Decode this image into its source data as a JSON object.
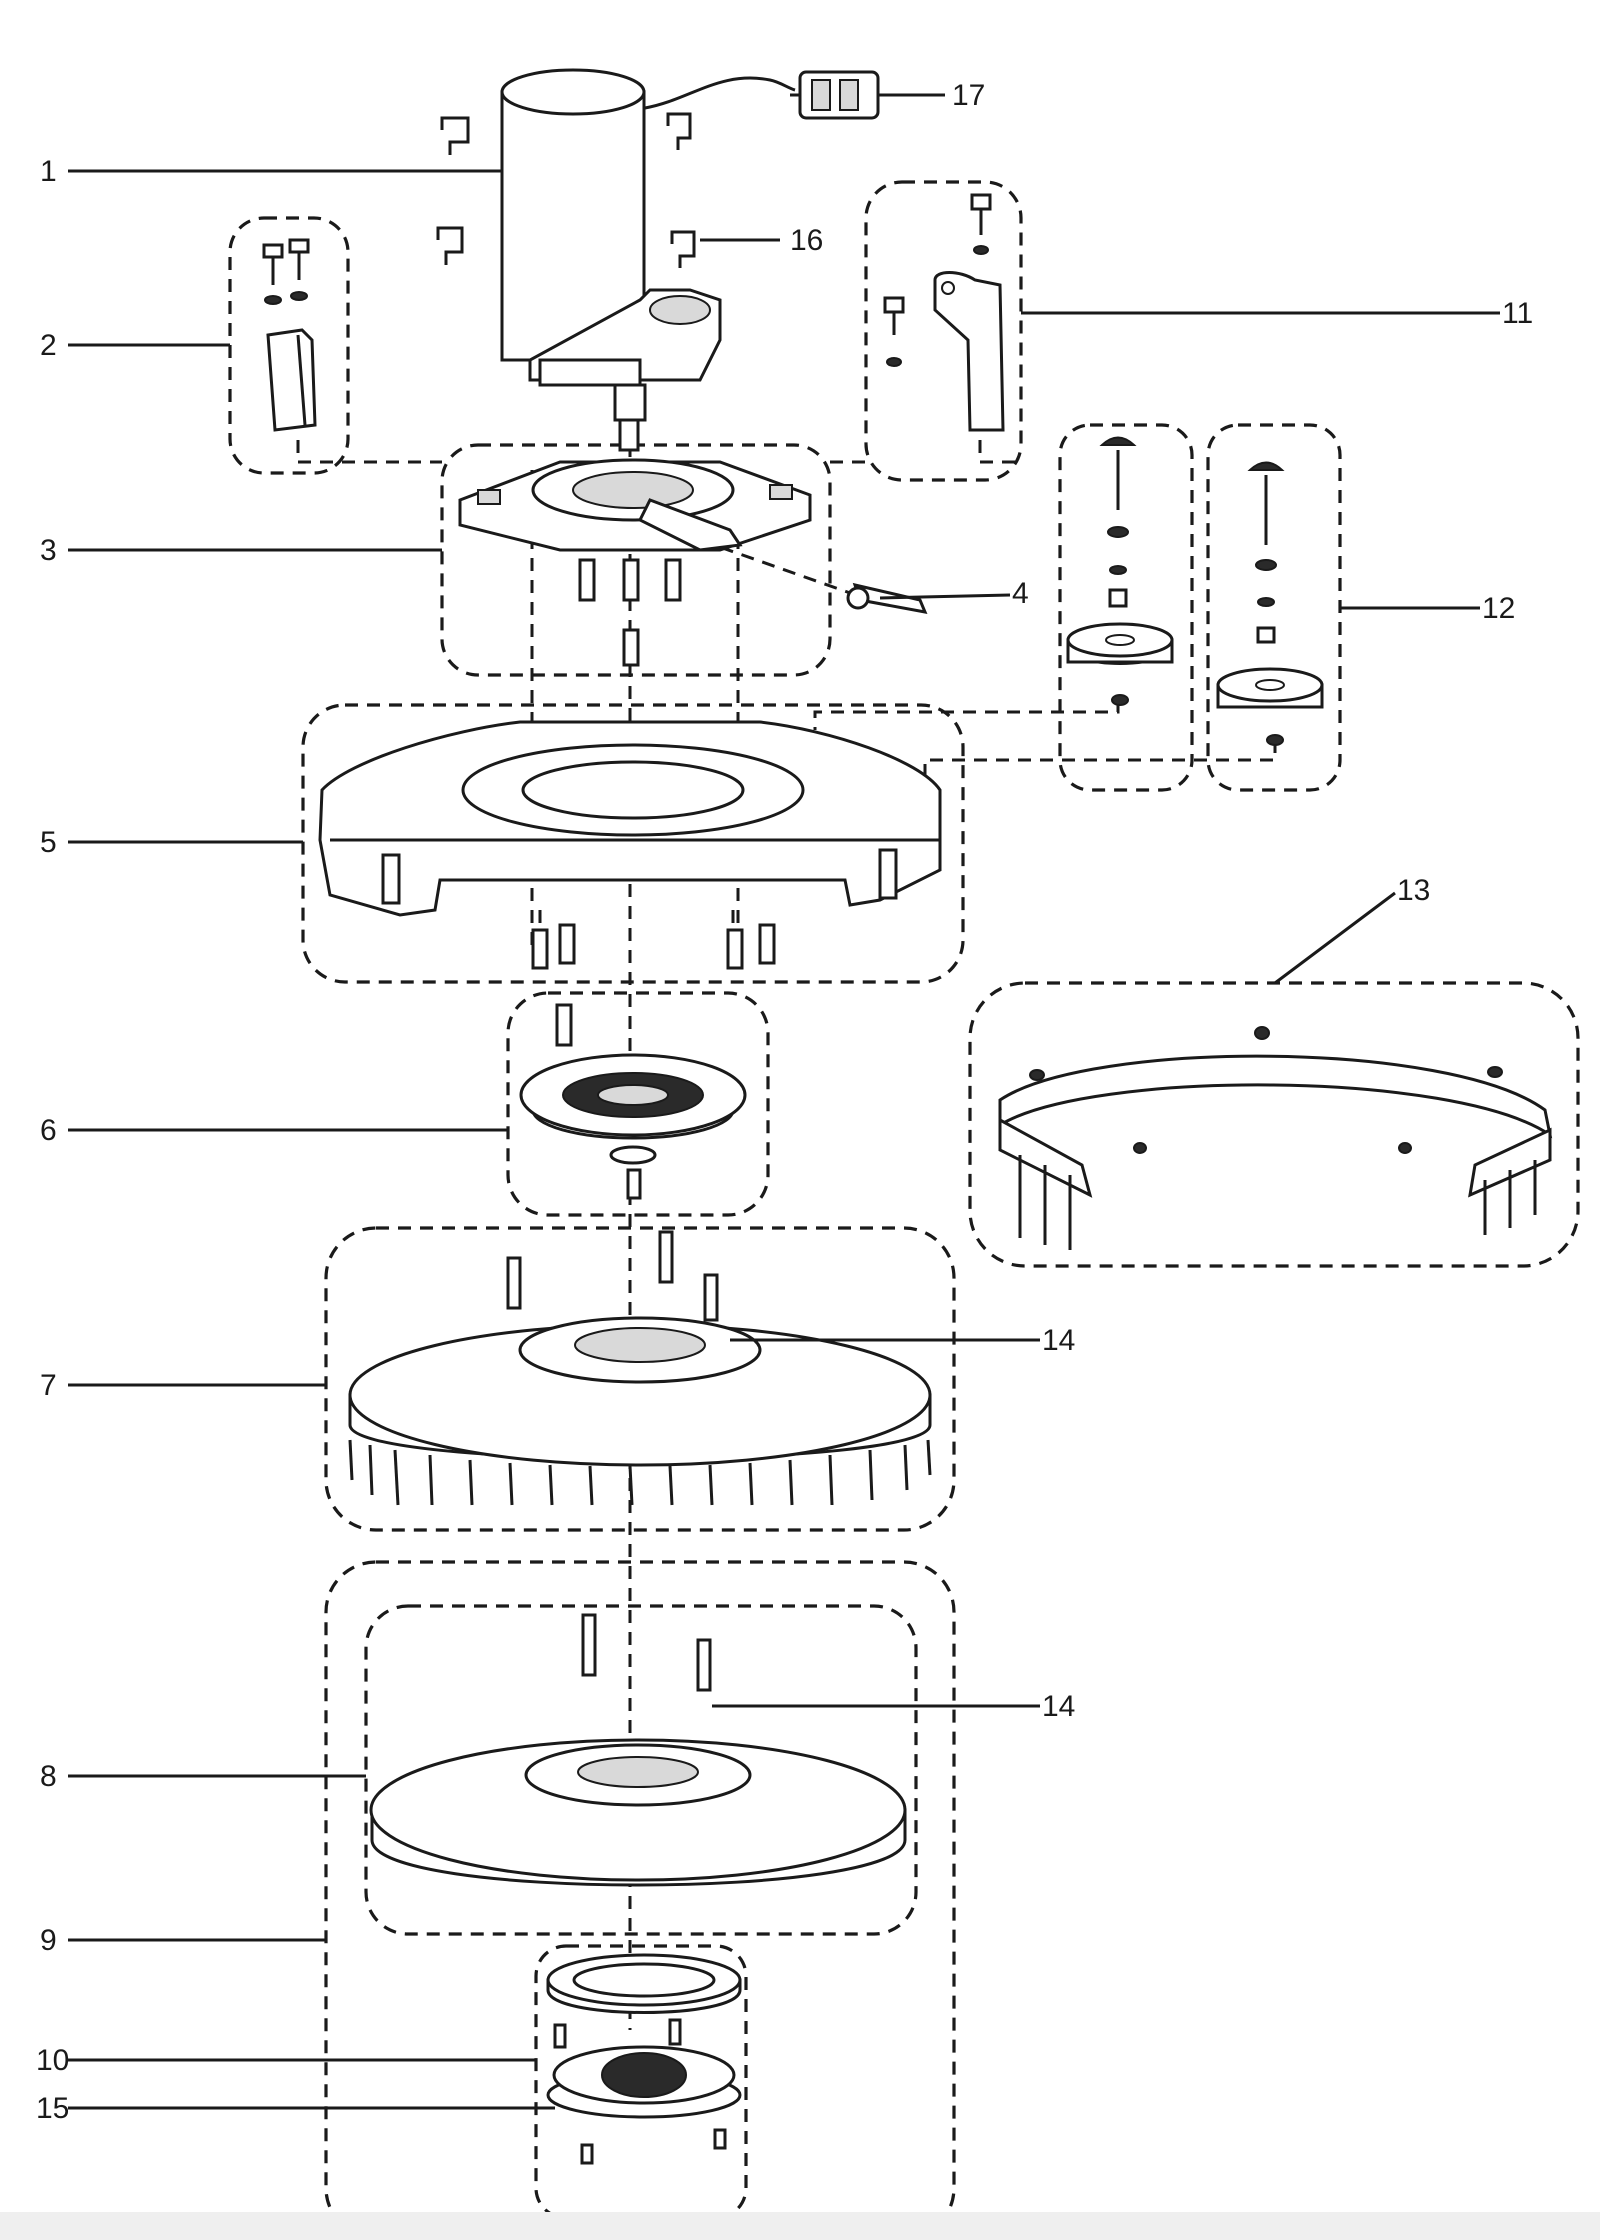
{
  "callouts": {
    "c1": "1",
    "c2": "2",
    "c3": "3",
    "c4": "4",
    "c5": "5",
    "c6": "6",
    "c7": "7",
    "c8": "8",
    "c9": "9",
    "c10": "10",
    "c11": "11",
    "c12": "12",
    "c13": "13",
    "c14a": "14",
    "c14b": "14",
    "c15": "15",
    "c16": "16",
    "c17": "17"
  }
}
